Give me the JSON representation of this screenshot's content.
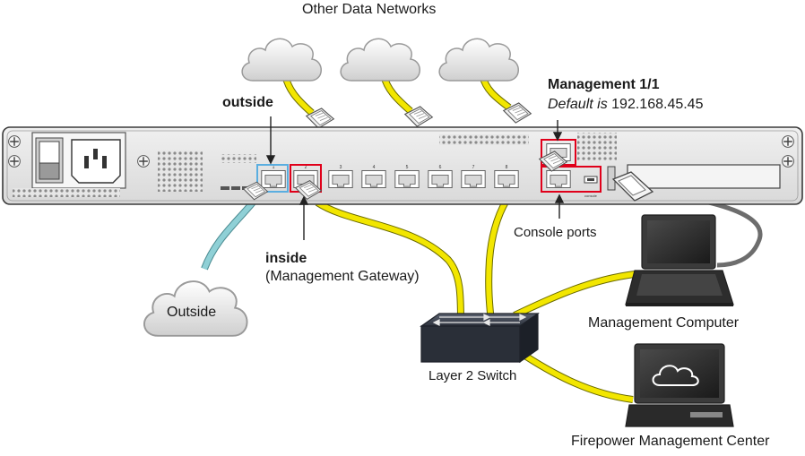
{
  "labels": {
    "other_networks": "Other Data Networks",
    "outside_port": "outside",
    "inside_port": "inside",
    "inside_sub": "(Management Gateway)",
    "mgmt_title": "Management 1/1",
    "mgmt_default_prefix": "Default is",
    "mgmt_default_ip": "192.168.45.45",
    "console_ports": "Console ports",
    "outside_cloud": "Outside",
    "mgmt_computer": "Management Computer",
    "switch": "Layer 2 Switch",
    "fmc": "Firepower Management Center",
    "console_small": "console"
  },
  "port_numbers": [
    "1",
    "2",
    "3",
    "4",
    "5",
    "6",
    "7",
    "8"
  ],
  "colors": {
    "cable_yellow": "#f2e600",
    "cable_blue": "#8fd0d6",
    "cable_gray": "#6d6d6d",
    "highlight_red": "#e0001a",
    "highlight_blue": "#5aaee0",
    "chassis": "#e6e6e6",
    "chassis_stroke": "#3a3a3a"
  },
  "icons": [
    "cloud-icon",
    "laptop-icon",
    "switch-icon",
    "fmc-terminal-icon",
    "power-switch-icon",
    "power-inlet-icon",
    "rj45-port-icon",
    "screw-icon",
    "vent-icon",
    "usb-console-icon"
  ]
}
